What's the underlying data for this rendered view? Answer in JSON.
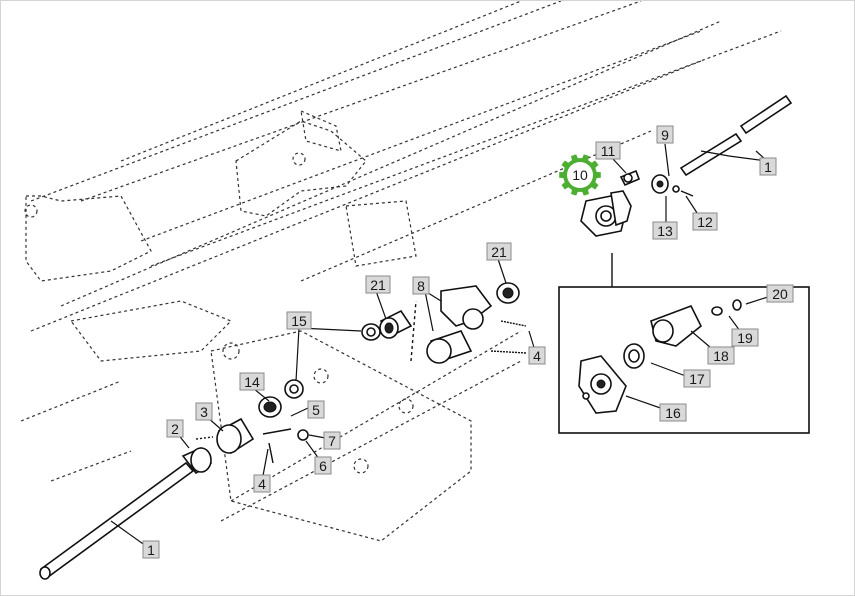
{
  "diagram": {
    "callouts": [
      {
        "id": "callout-1-rods",
        "number": "1"
      },
      {
        "id": "callout-1-shaft",
        "number": "1"
      },
      {
        "id": "callout-2",
        "number": "2"
      },
      {
        "id": "callout-3",
        "number": "3"
      },
      {
        "id": "callout-4-lower",
        "number": "4"
      },
      {
        "id": "callout-4-upper",
        "number": "4"
      },
      {
        "id": "callout-5",
        "number": "5"
      },
      {
        "id": "callout-6",
        "number": "6"
      },
      {
        "id": "callout-7",
        "number": "7"
      },
      {
        "id": "callout-8",
        "number": "8"
      },
      {
        "id": "callout-9",
        "number": "9"
      },
      {
        "id": "callout-11",
        "number": "11"
      },
      {
        "id": "callout-12",
        "number": "12"
      },
      {
        "id": "callout-13",
        "number": "13"
      },
      {
        "id": "callout-14",
        "number": "14"
      },
      {
        "id": "callout-15",
        "number": "15"
      },
      {
        "id": "callout-16",
        "number": "16"
      },
      {
        "id": "callout-17",
        "number": "17"
      },
      {
        "id": "callout-18",
        "number": "18"
      },
      {
        "id": "callout-19",
        "number": "19"
      },
      {
        "id": "callout-20",
        "number": "20"
      },
      {
        "id": "callout-21-left",
        "number": "21"
      },
      {
        "id": "callout-21-right",
        "number": "21"
      }
    ],
    "highlight": {
      "number": "10",
      "color": "#4caf32",
      "text_color": "#1a1a1a"
    }
  }
}
